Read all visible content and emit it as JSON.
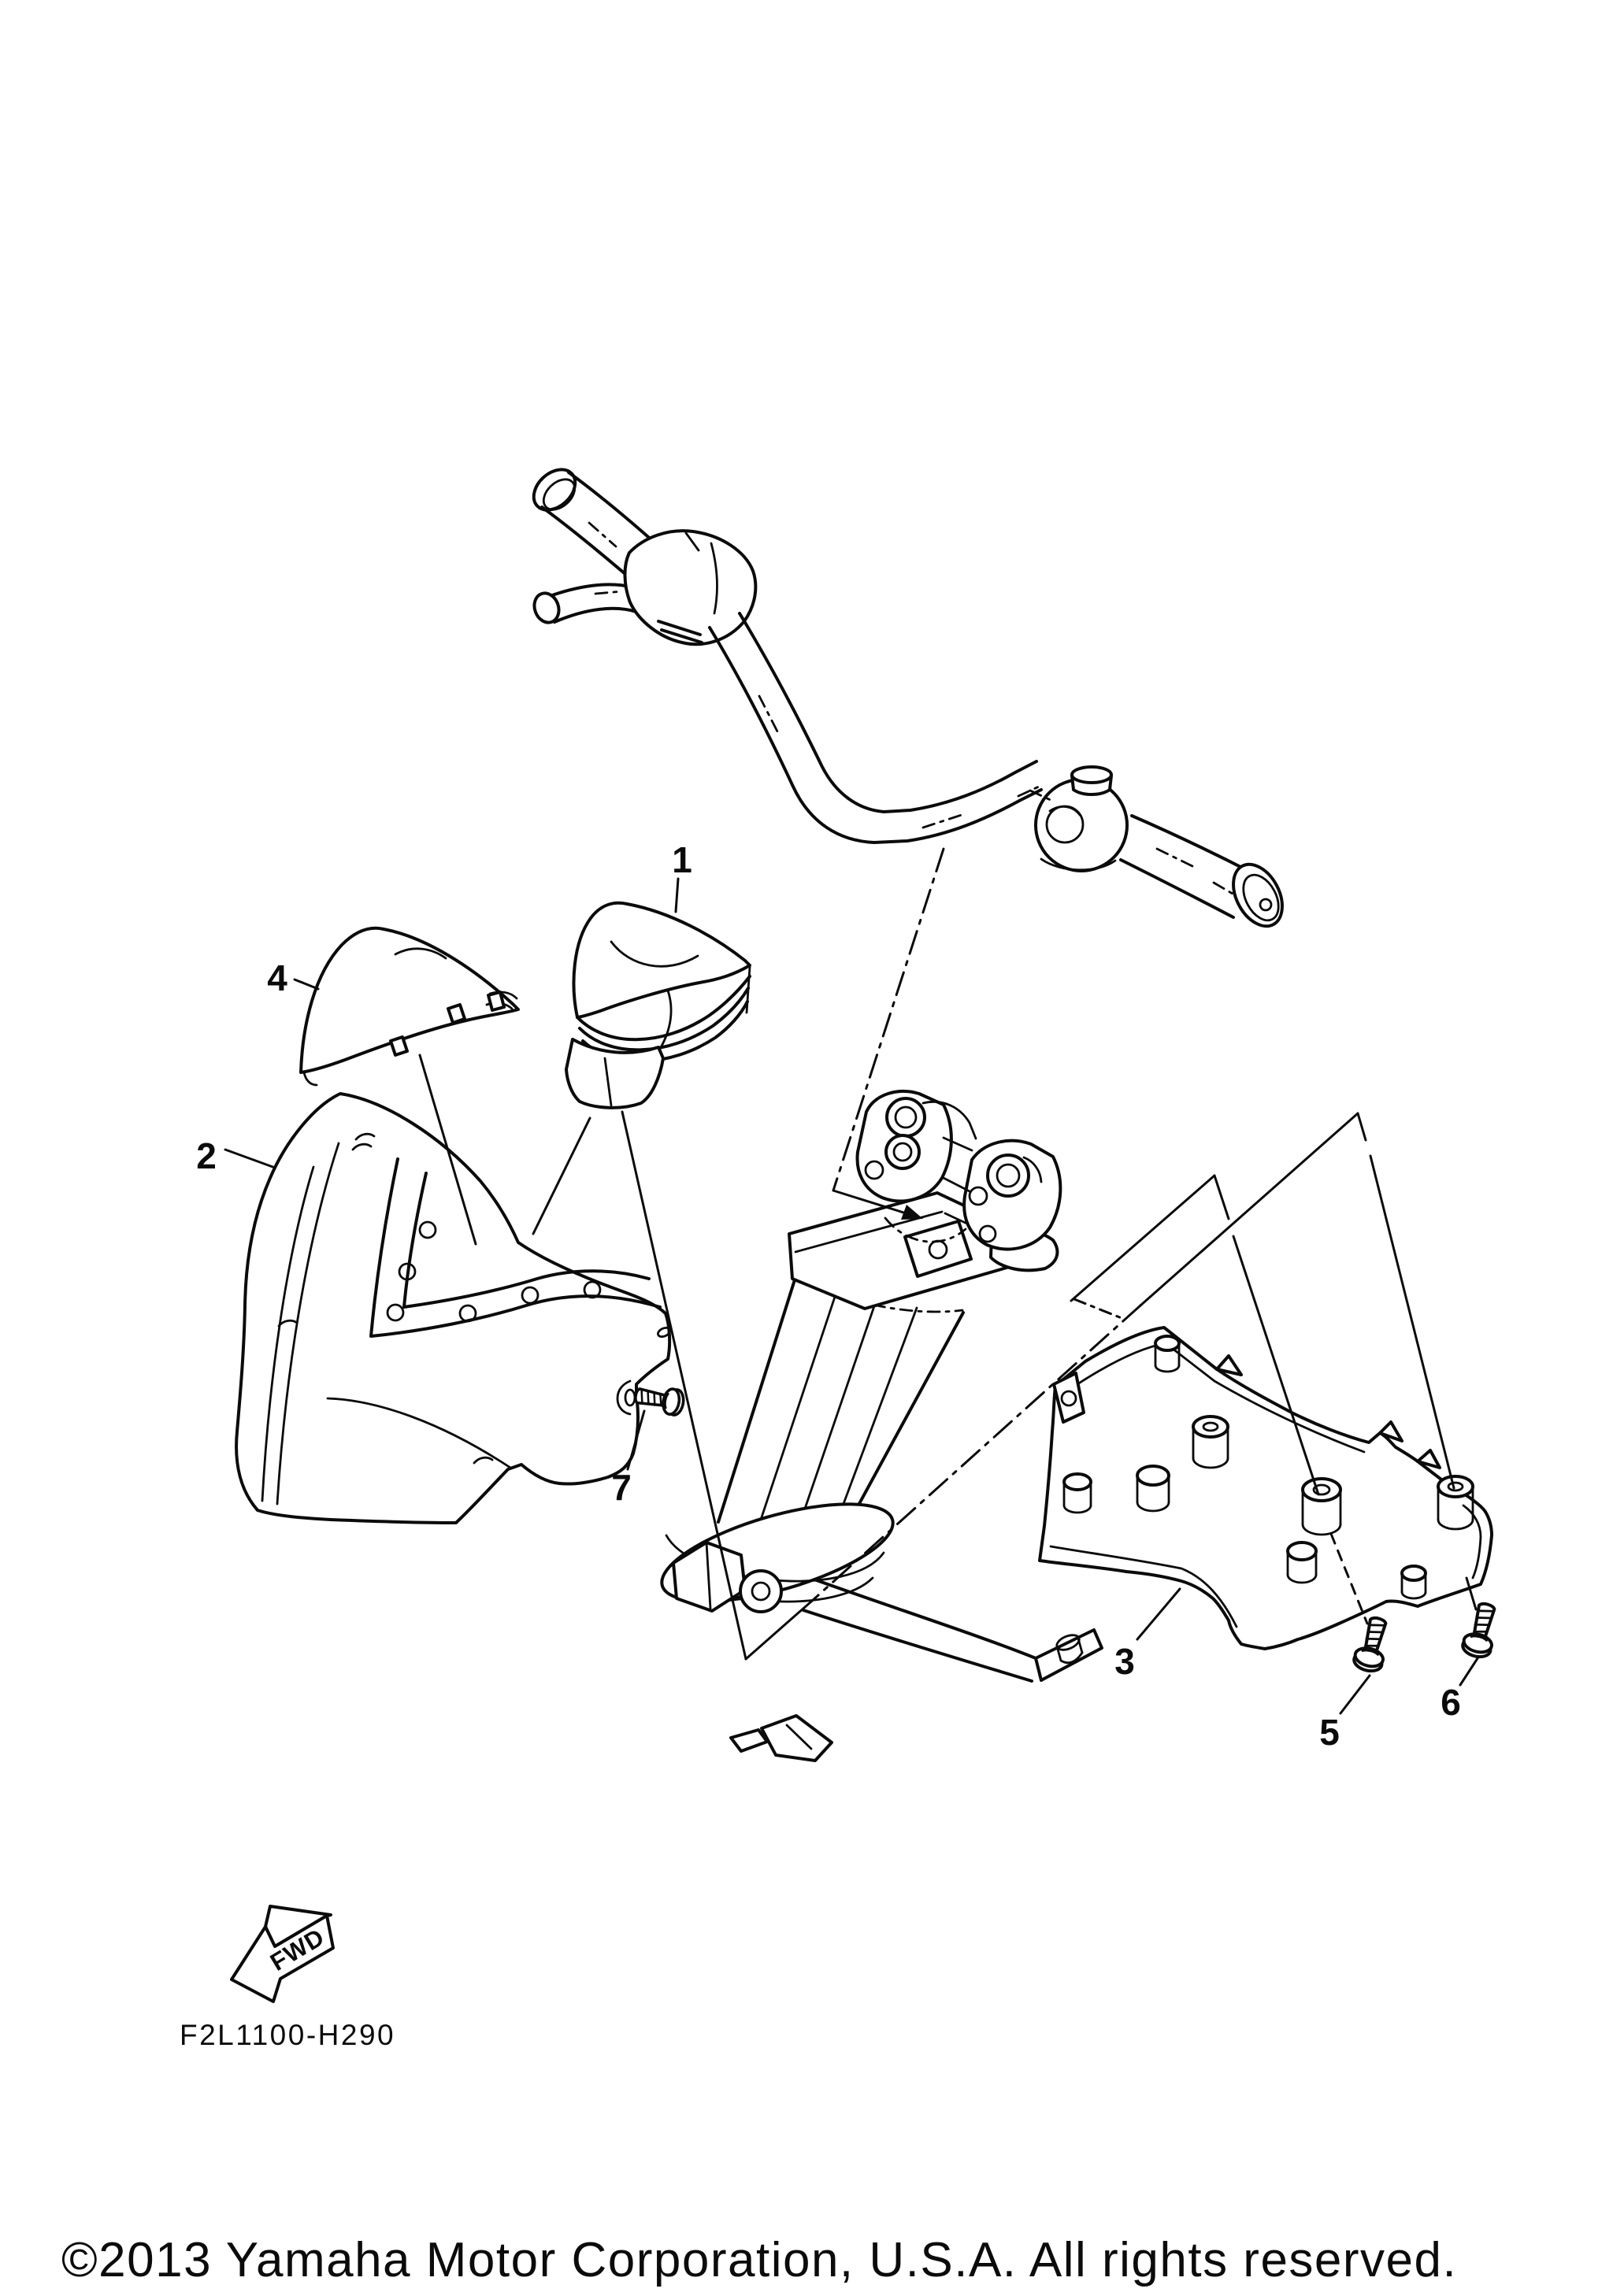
{
  "page": {
    "background": "#ffffff",
    "ink": "#0b0b0b"
  },
  "callouts": [
    {
      "label": "1"
    },
    {
      "label": "2"
    },
    {
      "label": "3"
    },
    {
      "label": "4"
    },
    {
      "label": "5"
    },
    {
      "label": "6"
    },
    {
      "label": "7"
    }
  ],
  "fwd_arrow": {
    "label": "FWD"
  },
  "footer": {
    "diagram_code": "F2L1100-H290",
    "copyright": "©2013 Yamaha Motor Corporation, U.S.A. All rights reserved."
  }
}
